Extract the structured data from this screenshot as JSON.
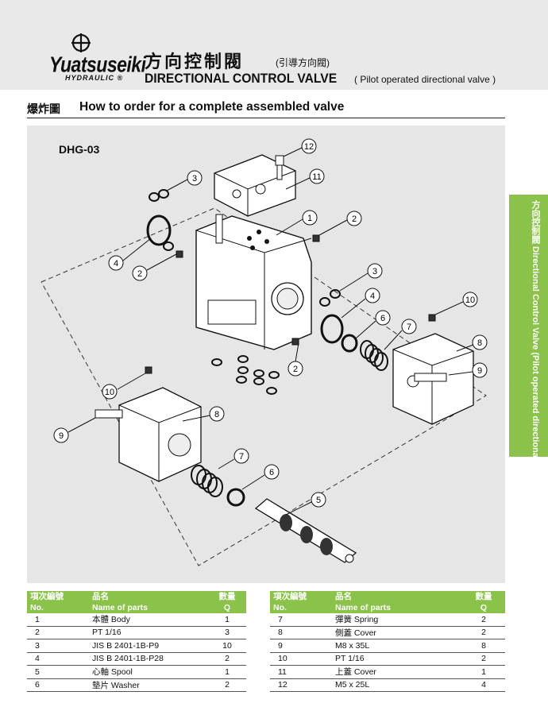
{
  "header": {
    "brand": "Yuatsuseiki",
    "brand_sub": "HYDRAULIC ®",
    "title_zh": "方向控制閥",
    "title_zh_sub": "(引導方向閥)",
    "title_en": "DIRECTIONAL CONTROL VALVE",
    "title_en_sub": "( Pilot operated directional valve )"
  },
  "section": {
    "title_zh": "爆炸圖",
    "title_en": "How to order for a complete assembled valve"
  },
  "side_tab": {
    "text": "方向控制閥 Directional Control Valve (Pilot operated directional valves) 引導方向閥"
  },
  "diagram": {
    "model": "DHG-03",
    "callouts": [
      "12",
      "3",
      "11",
      "1",
      "2",
      "4",
      "2",
      "3",
      "4",
      "6",
      "7",
      "10",
      "8",
      "9",
      "2",
      "10",
      "9",
      "8",
      "7",
      "6",
      "5"
    ]
  },
  "table": {
    "headers": {
      "no_zh": "項次編號",
      "no_en": "No.",
      "name_zh": "品名",
      "name_en": "Name of parts",
      "q_zh": "數量",
      "q_en": "Q"
    },
    "left": [
      {
        "no": "1",
        "name": "本體 Body",
        "q": "1"
      },
      {
        "no": "2",
        "name": "PT 1/16",
        "q": "3"
      },
      {
        "no": "3",
        "name": "JIS B 2401-1B-P9",
        "q": "10"
      },
      {
        "no": "4",
        "name": "JIS B 2401-1B-P28",
        "q": "2"
      },
      {
        "no": "5",
        "name": "心軸 Spool",
        "q": "1"
      },
      {
        "no": "6",
        "name": "墊片 Washer",
        "q": "2"
      }
    ],
    "right": [
      {
        "no": "7",
        "name": "彈簧 Spring",
        "q": "2"
      },
      {
        "no": "8",
        "name": "側蓋 Cover",
        "q": "2"
      },
      {
        "no": "9",
        "name": "M8 x 35L",
        "q": "8"
      },
      {
        "no": "10",
        "name": "PT 1/16",
        "q": "2"
      },
      {
        "no": "11",
        "name": "上蓋 Cover",
        "q": "1"
      },
      {
        "no": "12",
        "name": "M5 x 25L",
        "q": "4"
      }
    ]
  }
}
